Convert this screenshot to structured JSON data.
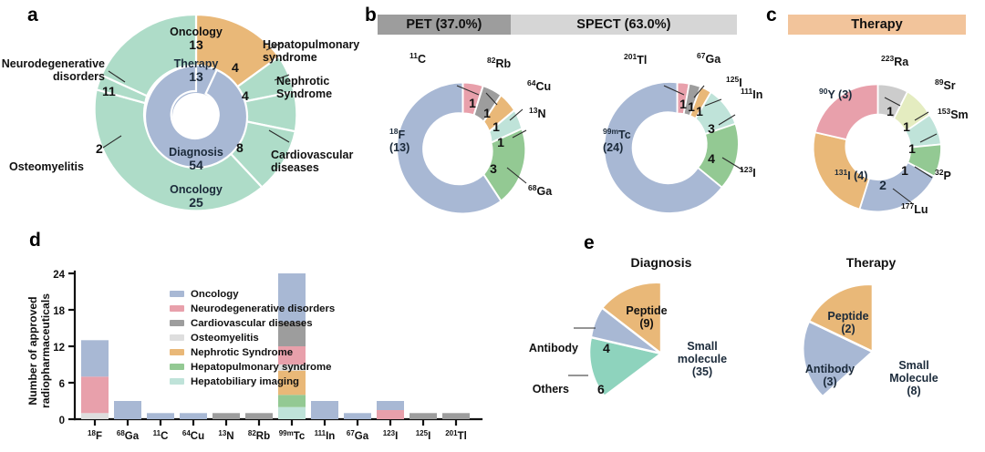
{
  "figure": {
    "panels": [
      "a",
      "b",
      "c",
      "d",
      "e"
    ]
  },
  "panel_a": {
    "letter": "a",
    "chart_data": {
      "type": "pie",
      "title": "",
      "inner_ring": {
        "name": "Purpose",
        "categories": [
          "Therapy",
          "Diagnosis"
        ],
        "values": [
          13,
          54
        ],
        "labels": [
          "Therapy\n13",
          "Diagnosis\n54"
        ],
        "colors": [
          "#e8a0ab",
          "#a8b8d4"
        ]
      },
      "outer_ring": {
        "name": "Indication",
        "categories": [
          "Oncology (therapy)",
          "Hepatopulmonary syndrome",
          "Nephrotic Syndrome",
          "Cardiovascular diseases",
          "Oncology",
          "Osteomyelitis",
          "Neurodegenerative disorders"
        ],
        "values": [
          13,
          4,
          4,
          8,
          25,
          2,
          11
        ],
        "colors": [
          "#e9b878",
          "#aedcc8",
          "#aedcc8",
          "#aedcc8",
          "#aedcc8",
          "#aedcc8",
          "#aedcc8"
        ]
      }
    },
    "labels": {
      "inner_therapy_name": "Therapy",
      "inner_therapy_value": "13",
      "inner_diagnosis_name": "Diagnosis",
      "inner_diagnosis_value": "54",
      "outer_oncology_therapy_name": "Oncology",
      "outer_oncology_therapy_value": "13",
      "outer_oncology_diag_name": "Oncology",
      "outer_oncology_diag_value": "25",
      "hepatopulmonary": "Hepatopulmonary\nsyndrome",
      "hepatopulmonary_line1": "Hepatopulmonary",
      "hepatopulmonary_line2": "syndrome",
      "hepatopulmonary_value": "4",
      "nephrotic_line1": "Nephrotic",
      "nephrotic_line2": "Syndrome",
      "nephrotic_value": "4",
      "cardiovascular_line1": "Cardiovascular",
      "cardiovascular_line2": "diseases",
      "cardiovascular_value": "8",
      "osteomyelitis": "Osteomyelitis",
      "osteomyelitis_value": "2",
      "neurodegenerative_line1": "Neurodegenerative",
      "neurodegenerative_line2": "disorders",
      "neurodegenerative_value": "11"
    }
  },
  "panel_b": {
    "letter": "b",
    "header": {
      "pet_label": "PET (37.0%)",
      "spect_label": "SPECT (63.0%)",
      "pet_percent": 37.0,
      "spect_percent": 63.0,
      "pet_color": "#9d9d9d",
      "spect_color": "#d6d6d6"
    },
    "pet_chart": {
      "type": "pie",
      "title": "PET (37.0%)",
      "total": 20,
      "categories": [
        "11C",
        "82Rb",
        "64Cu",
        "13N",
        "68Ga",
        "18F"
      ],
      "values": [
        1,
        1,
        1,
        1,
        3,
        13
      ],
      "colors": [
        "#e8a0ab",
        "#9d9d9d",
        "#e9b878",
        "#bfe3d9",
        "#93c993",
        "#a8b8d4"
      ],
      "labels": [
        {
          "sup": "11",
          "base": "C",
          "value": "1"
        },
        {
          "sup": "82",
          "base": "Rb",
          "value": "1"
        },
        {
          "sup": "64",
          "base": "Cu",
          "value": "1"
        },
        {
          "sup": "13",
          "base": "N",
          "value": "1"
        },
        {
          "sup": "68",
          "base": "Ga",
          "value": "3"
        },
        {
          "sup": "18",
          "base": "F",
          "value": "(13)"
        }
      ]
    },
    "spect_chart": {
      "type": "pie",
      "title": "SPECT (63.0%)",
      "total": 34,
      "categories": [
        "201Tl",
        "67Ga",
        "125I",
        "111In",
        "123I",
        "99mTc"
      ],
      "values": [
        1,
        1,
        1,
        3,
        4,
        24
      ],
      "colors": [
        "#e8a0ab",
        "#9d9d9d",
        "#e9b878",
        "#bfe3d9",
        "#93c993",
        "#a8b8d4"
      ],
      "labels": [
        {
          "sup": "201",
          "base": "Tl",
          "value": "1"
        },
        {
          "sup": "67",
          "base": "Ga",
          "value": "1"
        },
        {
          "sup": "125",
          "base": "I",
          "value": "1"
        },
        {
          "sup": "111",
          "base": "In",
          "value": "3"
        },
        {
          "sup": "123",
          "base": "I",
          "value": "4"
        },
        {
          "sup": "99m",
          "base": "Tc",
          "value": "(24)"
        }
      ]
    }
  },
  "panel_c": {
    "letter": "c",
    "header": {
      "label": "Therapy",
      "color": "#f2c49b"
    },
    "chart_data": {
      "type": "pie",
      "title": "Therapy",
      "total": 13,
      "categories": [
        "223Ra",
        "89Sr",
        "153Sm",
        "32P",
        "177Lu",
        "131I",
        "90Y"
      ],
      "values": [
        1,
        1,
        1,
        1,
        2,
        4,
        3
      ],
      "colors": [
        "#cccccc",
        "#e4ecc0",
        "#bfe3d9",
        "#93c993",
        "#a8b8d4",
        "#e9b878",
        "#e8a0ab"
      ],
      "labels": [
        {
          "sup": "223",
          "base": "Ra",
          "value": "1"
        },
        {
          "sup": "89",
          "base": "Sr",
          "value": "1"
        },
        {
          "sup": "153",
          "base": "Sm",
          "value": "1"
        },
        {
          "sup": "32",
          "base": "P",
          "value": "1"
        },
        {
          "sup": "177",
          "base": "Lu",
          "value": "2"
        },
        {
          "sup": "131",
          "base": "I",
          "value": "(4)"
        },
        {
          "sup": "90",
          "base": "Y",
          "value": "(3)"
        }
      ]
    }
  },
  "panel_d": {
    "letter": "d",
    "chart_data": {
      "type": "bar",
      "stacked": true,
      "title": "",
      "xlabel": "",
      "ylabel": "Number of approved\nradiopharmaceuticals",
      "ylabel_line1": "Number of approved",
      "ylabel_line2": "radiopharmaceuticals",
      "ylim": [
        0,
        24
      ],
      "yticks": [
        0,
        6,
        12,
        18,
        24
      ],
      "ytick_labels": [
        "0",
        "6",
        "12",
        "18",
        "24"
      ],
      "grid": false,
      "categories": [
        {
          "sup": "18",
          "base": "F"
        },
        {
          "sup": "68",
          "base": "Ga"
        },
        {
          "sup": "11",
          "base": "C"
        },
        {
          "sup": "64",
          "base": "Cu"
        },
        {
          "sup": "13",
          "base": "N"
        },
        {
          "sup": "82",
          "base": "Rb"
        },
        {
          "sup": "99m",
          "base": "Tc"
        },
        {
          "sup": "111",
          "base": "In"
        },
        {
          "sup": "67",
          "base": "Ga"
        },
        {
          "sup": "123",
          "base": "I"
        },
        {
          "sup": "125",
          "base": "I"
        },
        {
          "sup": "201",
          "base": "Tl"
        }
      ],
      "series": [
        {
          "name": "Oncology",
          "color": "#a8b8d4",
          "values": [
            6,
            3,
            1,
            1,
            0,
            0,
            8,
            3,
            1,
            1.5,
            0,
            0
          ]
        },
        {
          "name": "Neurodegenerative disorders",
          "color": "#e8a0ab",
          "values": [
            6,
            0,
            0,
            0,
            0,
            0,
            3,
            0,
            0,
            1.5,
            0,
            0
          ]
        },
        {
          "name": "Cardiovascular diseases",
          "color": "#9d9d9d",
          "values": [
            0,
            0,
            0,
            0,
            1,
            1,
            4,
            0,
            0,
            0,
            1,
            1
          ]
        },
        {
          "name": "Osteomyelitis",
          "color": "#dedede",
          "values": [
            1,
            0,
            0,
            0,
            0,
            0,
            1,
            0,
            0,
            0,
            0,
            0
          ]
        },
        {
          "name": "Nephrotic Syndrome",
          "color": "#e9b878",
          "values": [
            0,
            0,
            0,
            0,
            0,
            0,
            4,
            0,
            0,
            0,
            0,
            0
          ]
        },
        {
          "name": "Hepatopulmonary syndrome",
          "color": "#93c993",
          "values": [
            0,
            0,
            0,
            0,
            0,
            0,
            2,
            0,
            0,
            0,
            0,
            0
          ]
        },
        {
          "name": "Hepatobiliary imaging",
          "color": "#bfe3d9",
          "values": [
            0,
            0,
            0,
            0,
            0,
            0,
            2,
            0,
            0,
            0,
            0,
            0
          ]
        }
      ],
      "totals": [
        13,
        3,
        1,
        1,
        1,
        1,
        24,
        3,
        1,
        3,
        1,
        1
      ],
      "legend_position": "inside-top-right",
      "legend": [
        "Oncology",
        "Neurodegenerative disorders",
        "Cardiovascular diseases",
        "Osteomyelitis",
        "Nephrotic Syndrome",
        "Hepatopulmonary syndrome",
        "Hepatobiliary imaging"
      ]
    }
  },
  "panel_e": {
    "letter": "e",
    "diagnosis_chart": {
      "type": "pie",
      "title": "Diagnosis",
      "total": 54,
      "categories": [
        "Small molecule",
        "Others",
        "Antibody",
        "Peptide"
      ],
      "values": [
        35,
        6,
        4,
        9
      ],
      "colors": [
        "#d6d6d6",
        "#8ed3bd",
        "#a8b8d4",
        "#e9b878"
      ],
      "labels": [
        {
          "name": "Small\nmolecule",
          "line1": "Small",
          "line2": "molecule",
          "value": "(35)",
          "inside": true
        },
        {
          "name": "Others",
          "line1": "Others",
          "line2": "",
          "value": "6",
          "inside": false
        },
        {
          "name": "Antibody",
          "line1": "Antibody",
          "line2": "",
          "value": "4",
          "inside": false
        },
        {
          "name": "Peptide",
          "line1": "Peptide",
          "line2": "",
          "value": "(9)",
          "inside": true
        }
      ]
    },
    "therapy_chart": {
      "type": "pie",
      "title": "Therapy",
      "total": 13,
      "categories": [
        "Small Molecule",
        "Antibody",
        "Peptide"
      ],
      "values": [
        8,
        3,
        2
      ],
      "colors": [
        "#d6d6d6",
        "#a8b8d4",
        "#e9b878"
      ],
      "labels": [
        {
          "line1": "Small",
          "line2": "Molecule",
          "value": "(8)"
        },
        {
          "line1": "Antibody",
          "line2": "",
          "value": "(3)"
        },
        {
          "line1": "Peptide",
          "line2": "",
          "value": "(2)"
        }
      ]
    }
  }
}
